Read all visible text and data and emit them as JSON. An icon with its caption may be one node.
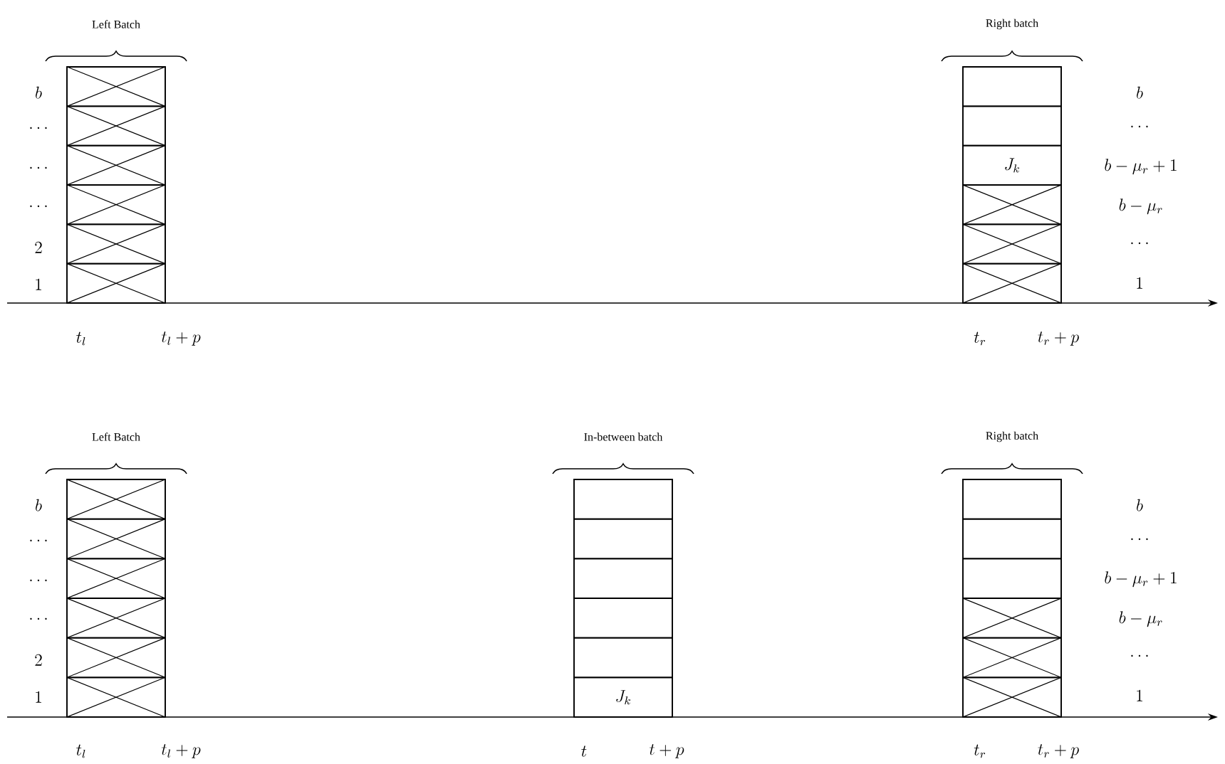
{
  "diagram": {
    "nodes": [
      {
        "text": [
          "Left Batch"
        ]
      },
      {
        "text": [],
        "shape": "crossed",
        "in": 0
      },
      {
        "text": [],
        "shape": "crossed",
        "in": 0
      },
      {
        "text": [],
        "shape": "crossed",
        "in": 0
      },
      {
        "text": [],
        "shape": "crossed",
        "in": 0
      },
      {
        "text": [],
        "shape": "crossed",
        "in": 0
      },
      {
        "text": [],
        "shape": "crossed",
        "in": 0
      },
      {
        "text": [
          "Right batch"
        ]
      },
      {
        "text": [],
        "shape": "box",
        "in": 7
      },
      {
        "text": [],
        "shape": "box",
        "in": 7
      },
      {
        "text": [
          "J_k"
        ],
        "in": 7
      },
      {
        "text": [],
        "shape": "crossed",
        "in": 7
      },
      {
        "text": [],
        "shape": "crossed",
        "in": 7
      },
      {
        "text": [],
        "shape": "crossed",
        "in": 7
      },
      {
        "text": [
          "Left Batch"
        ]
      },
      {
        "text": [],
        "shape": "crossed",
        "in": 14
      },
      {
        "text": [],
        "shape": "crossed",
        "in": 14
      },
      {
        "text": [],
        "shape": "crossed",
        "in": 14
      },
      {
        "text": [],
        "shape": "crossed",
        "in": 14
      },
      {
        "text": [],
        "shape": "crossed",
        "in": 14
      },
      {
        "text": [],
        "shape": "crossed",
        "in": 14
      },
      {
        "text": [
          "In-between batch"
        ]
      },
      {
        "text": [],
        "shape": "box",
        "in": 21
      },
      {
        "text": [],
        "shape": "box",
        "in": 21
      },
      {
        "text": [],
        "shape": "box",
        "in": 21
      },
      {
        "text": [],
        "shape": "box",
        "in": 21
      },
      {
        "text": [],
        "shape": "box",
        "in": 21
      },
      {
        "text": [
          "J_k"
        ],
        "in": 21
      },
      {
        "text": [
          "Right batch"
        ]
      },
      {
        "text": [],
        "shape": "box",
        "in": 28
      },
      {
        "text": [],
        "shape": "box",
        "in": 28
      },
      {
        "text": [],
        "shape": "box",
        "in": 28
      },
      {
        "text": [],
        "shape": "crossed",
        "in": 28
      },
      {
        "text": [],
        "shape": "crossed",
        "in": 28
      },
      {
        "text": [],
        "shape": "crossed",
        "in": 28
      }
    ],
    "labels": [
      "b",
      "\\dots",
      "\\dots",
      "\\dots",
      "2",
      "1",
      "b",
      "\\dots",
      "b-\\mu_r+1",
      "b-\\mu_r",
      "\\dots",
      "1",
      "t_l",
      "t_l+p",
      "t_r",
      "t_r+p",
      "b",
      "\\dots",
      "\\dots",
      "\\dots",
      "2",
      "1",
      "b",
      "\\dots",
      "b-\\mu_r+1",
      "b-\\mu_r",
      "\\dots",
      "1",
      "t_l",
      "t_l+p",
      "t",
      "t+p",
      "t_r",
      "t_r+p"
    ]
  }
}
